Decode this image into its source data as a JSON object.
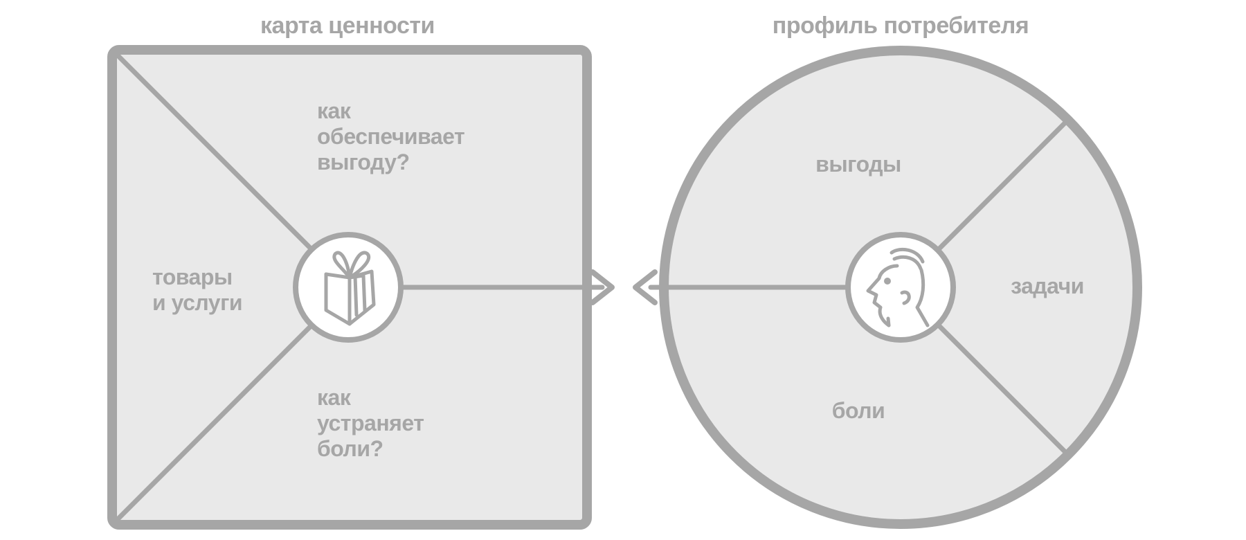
{
  "value_map": {
    "title": "карта ценности",
    "gain_creators": [
      "как",
      "обеспечивает",
      "выгоду?"
    ],
    "products": [
      "товары",
      "и услуги"
    ],
    "pain_relievers": [
      "как",
      "устраняет",
      "боли?"
    ],
    "icon": "gift-icon"
  },
  "customer_profile": {
    "title": "профиль потребителя",
    "gains": "выгоды",
    "jobs": "задачи",
    "pains": "боли",
    "icon": "face-profile-icon"
  },
  "colors": {
    "stroke": "#a6a6a6",
    "fill": "#e9e9e9",
    "text": "#a6a6a6",
    "background": "#ffffff"
  }
}
